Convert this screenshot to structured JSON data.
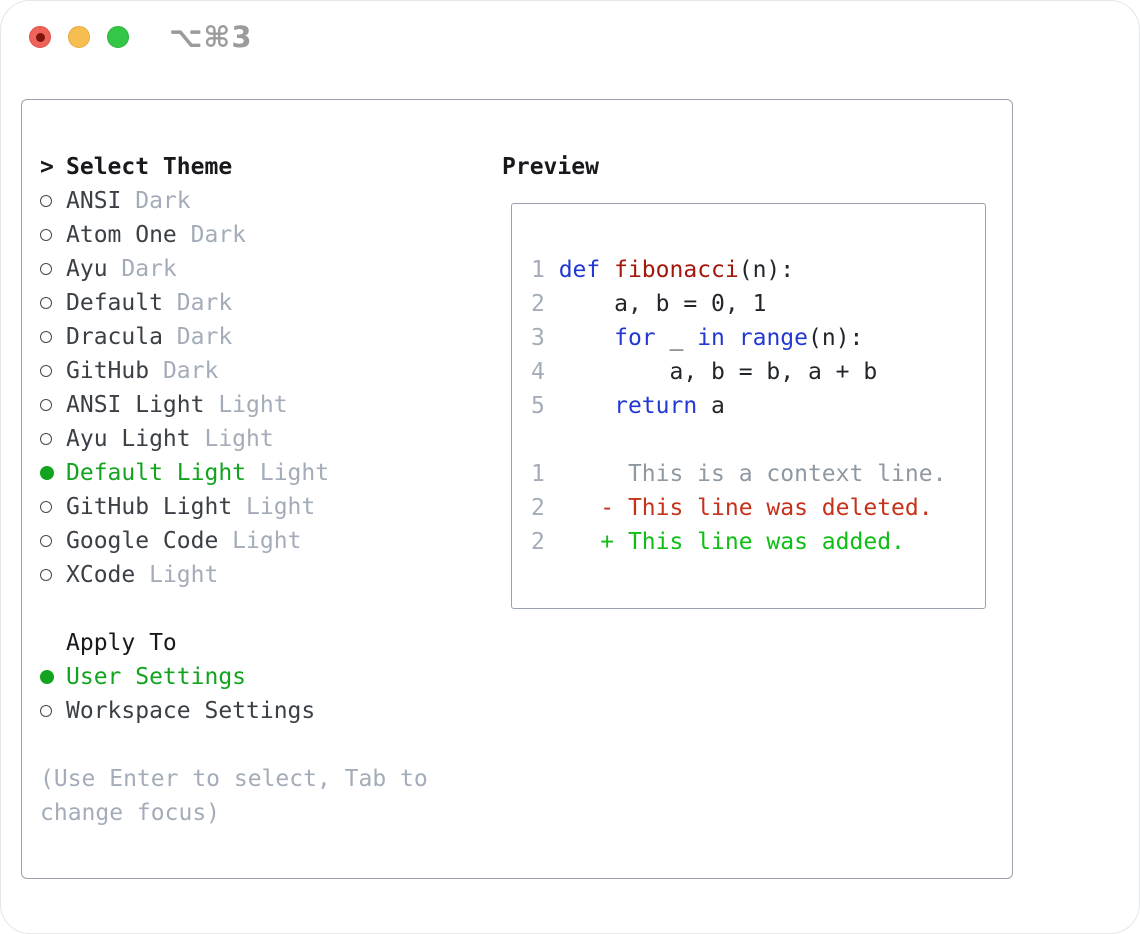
{
  "window": {
    "title": "⌥⌘3",
    "traffic_lights": [
      "close",
      "minimize",
      "zoom"
    ]
  },
  "theme_select": {
    "header_prefix": ">",
    "header": "Select Theme",
    "items": [
      {
        "name": "ANSI",
        "variant": "Dark",
        "selected": false
      },
      {
        "name": "Atom One",
        "variant": "Dark",
        "selected": false
      },
      {
        "name": "Ayu",
        "variant": "Dark",
        "selected": false
      },
      {
        "name": "Default",
        "variant": "Dark",
        "selected": false
      },
      {
        "name": "Dracula",
        "variant": "Dark",
        "selected": false
      },
      {
        "name": "GitHub",
        "variant": "Dark",
        "selected": false
      },
      {
        "name": "ANSI Light",
        "variant": "Light",
        "selected": false
      },
      {
        "name": "Ayu Light",
        "variant": "Light",
        "selected": false
      },
      {
        "name": "Default Light",
        "variant": "Light",
        "selected": true
      },
      {
        "name": "GitHub Light",
        "variant": "Light",
        "selected": false
      },
      {
        "name": "Google Code",
        "variant": "Light",
        "selected": false
      },
      {
        "name": "XCode",
        "variant": "Light",
        "selected": false
      }
    ]
  },
  "apply_to": {
    "header": "Apply To",
    "options": [
      {
        "label": "User Settings",
        "selected": true
      },
      {
        "label": "Workspace Settings",
        "selected": false
      }
    ]
  },
  "footer_hint": "(Use Enter to select, Tab to change focus)",
  "preview": {
    "title": "Preview",
    "code_lines": [
      {
        "num": "1",
        "segments": [
          {
            "t": "def",
            "c": "kw"
          },
          {
            "t": " ",
            "c": "plain"
          },
          {
            "t": "fibonacci",
            "c": "fn"
          },
          {
            "t": "(n):",
            "c": "plain"
          }
        ]
      },
      {
        "num": "2",
        "segments": [
          {
            "t": "    a, b = 0, 1",
            "c": "plain"
          }
        ]
      },
      {
        "num": "3",
        "segments": [
          {
            "t": "    ",
            "c": "plain"
          },
          {
            "t": "for",
            "c": "kw"
          },
          {
            "t": " _ ",
            "c": "plain"
          },
          {
            "t": "in",
            "c": "kw"
          },
          {
            "t": " ",
            "c": "plain"
          },
          {
            "t": "range",
            "c": "kw"
          },
          {
            "t": "(n):",
            "c": "plain"
          }
        ]
      },
      {
        "num": "4",
        "segments": [
          {
            "t": "        a, b = b, a + b",
            "c": "plain"
          }
        ]
      },
      {
        "num": "5",
        "segments": [
          {
            "t": "    ",
            "c": "plain"
          },
          {
            "t": "return",
            "c": "kw"
          },
          {
            "t": " a",
            "c": "plain"
          }
        ]
      }
    ],
    "diff_lines": [
      {
        "num": "1",
        "sign": "",
        "text": "This is a context line.",
        "kind": "context"
      },
      {
        "num": "2",
        "sign": "-",
        "text": "This line was deleted.",
        "kind": "deleted"
      },
      {
        "num": "2",
        "sign": "+",
        "text": "This line was added.",
        "kind": "added"
      }
    ]
  },
  "colors": {
    "accent_green": "#12a41f",
    "diff_added": "#0ebe15",
    "diff_deleted": "#c5321c",
    "keyword_blue": "#2338d2",
    "function_red": "#a3170c",
    "text_dark": "#3a4046",
    "text_black": "#17191c",
    "muted_gray": "#a3acb8",
    "context_gray": "#8f99a2",
    "border_gray": "#9aa3ad",
    "title_gray": "#9b9b9b",
    "light_red": "#f0635a",
    "light_red_dot": "#7c150c",
    "light_yellow": "#f6bd50",
    "light_green": "#33c748"
  }
}
